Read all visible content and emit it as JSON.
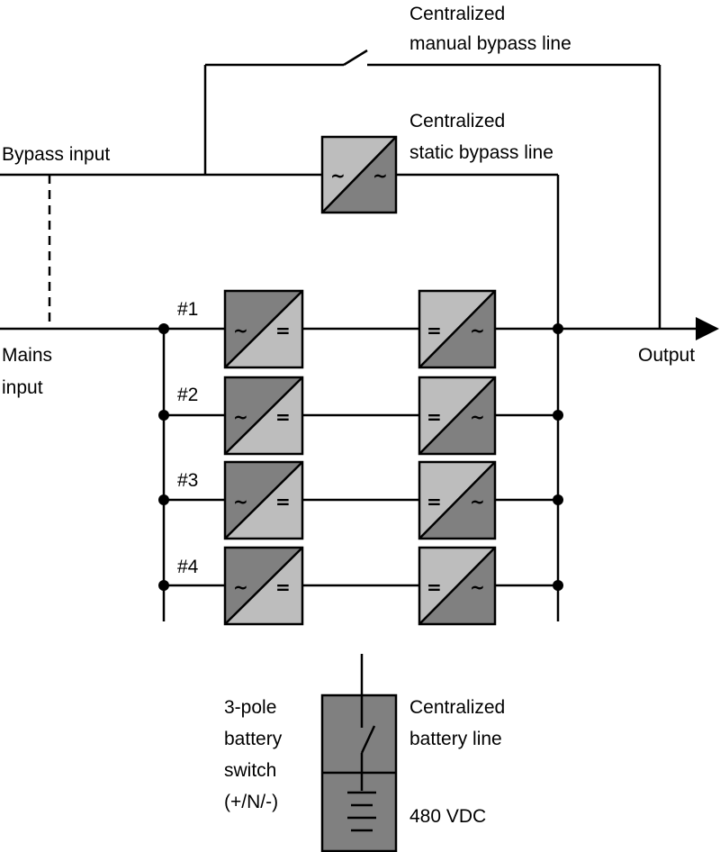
{
  "labels": {
    "bypass_input": "Bypass input",
    "mains_input_line1": "Mains",
    "mains_input_line2": "input",
    "output": "Output",
    "manual_bypass_line1": "Centralized",
    "manual_bypass_line2": "manual bypass line",
    "static_bypass_line1": "Centralized",
    "static_bypass_line2": "static bypass line",
    "battery_line1": "Centralized",
    "battery_line2": "battery line",
    "battery_voltage": "480 VDC",
    "switch_line1": "3-pole",
    "switch_line2": "battery",
    "switch_line3": "switch",
    "switch_line4": "(+/N/-)"
  },
  "modules": [
    {
      "label": "#1"
    },
    {
      "label": "#2"
    },
    {
      "label": "#3"
    },
    {
      "label": "#4"
    }
  ],
  "symbols": {
    "ac": "~",
    "dc": "="
  },
  "colors": {
    "dark_fill": "#808080",
    "light_fill": "#bdbdbd",
    "line": "#000000"
  }
}
